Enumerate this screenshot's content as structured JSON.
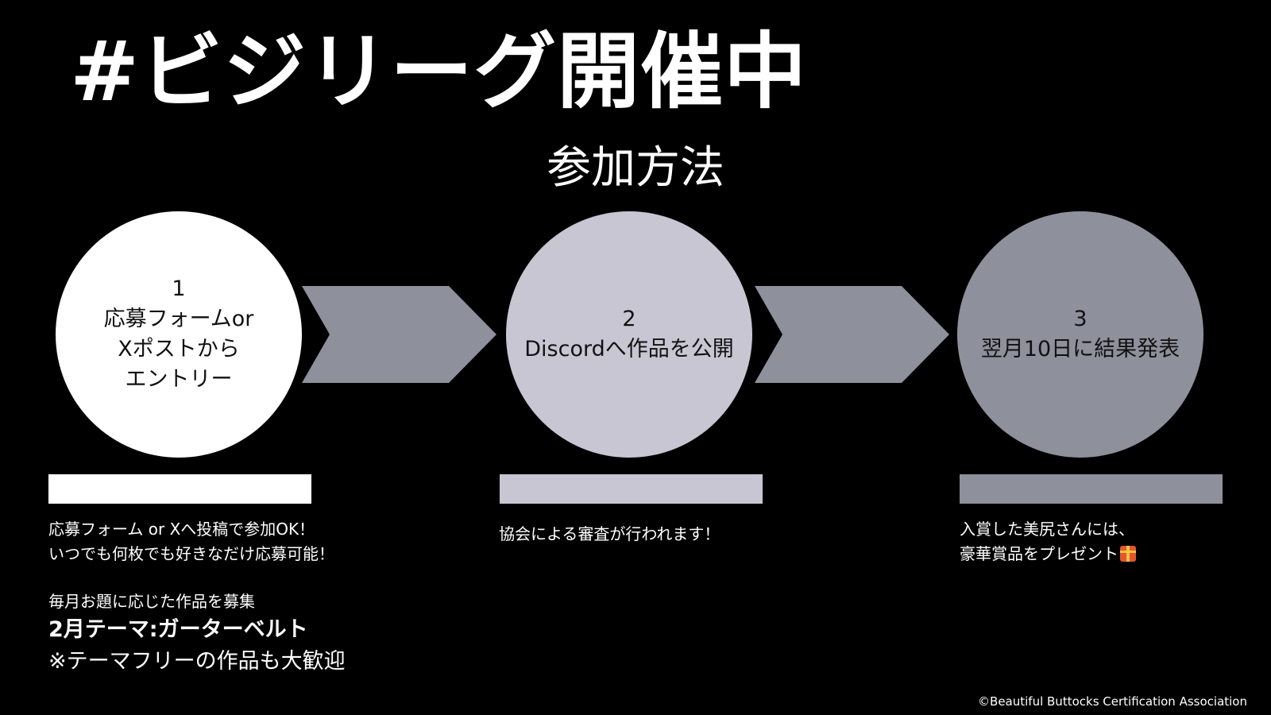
{
  "title": "#ビジリーグ開催中",
  "subtitle": "参加方法",
  "steps": [
    {
      "number": "1",
      "lines": [
        "応募フォームor",
        "Xポストから",
        "エントリー"
      ]
    },
    {
      "number": "2",
      "lines": [
        "Discordへ作品を公開"
      ]
    },
    {
      "number": "3",
      "lines": [
        "翌月10日に結果発表"
      ]
    }
  ],
  "colors": {
    "step1": "#ffffff",
    "step2": "#c8c6d3",
    "step3": "#8e909c",
    "arrow": "#8e909c",
    "background": "#000000"
  },
  "descriptions": {
    "step1": [
      "応募フォーム or Xへ投稿で参加OK！",
      "いつでも何枚でも好きなだけ応募可能！"
    ],
    "step1_extra": {
      "note": "毎月お題に応じた作品を募集",
      "theme": "2月テーマ:ガーターベルト",
      "free": "※テーマフリーの作品も大歓迎"
    },
    "step2": [
      "協会による審査が行われます！"
    ],
    "step3": [
      "入賞した美尻さんには、",
      "豪華賞品をプレゼント"
    ]
  },
  "gift_icon": "gift-icon",
  "footer": "©Beautiful Buttocks Certification Association"
}
